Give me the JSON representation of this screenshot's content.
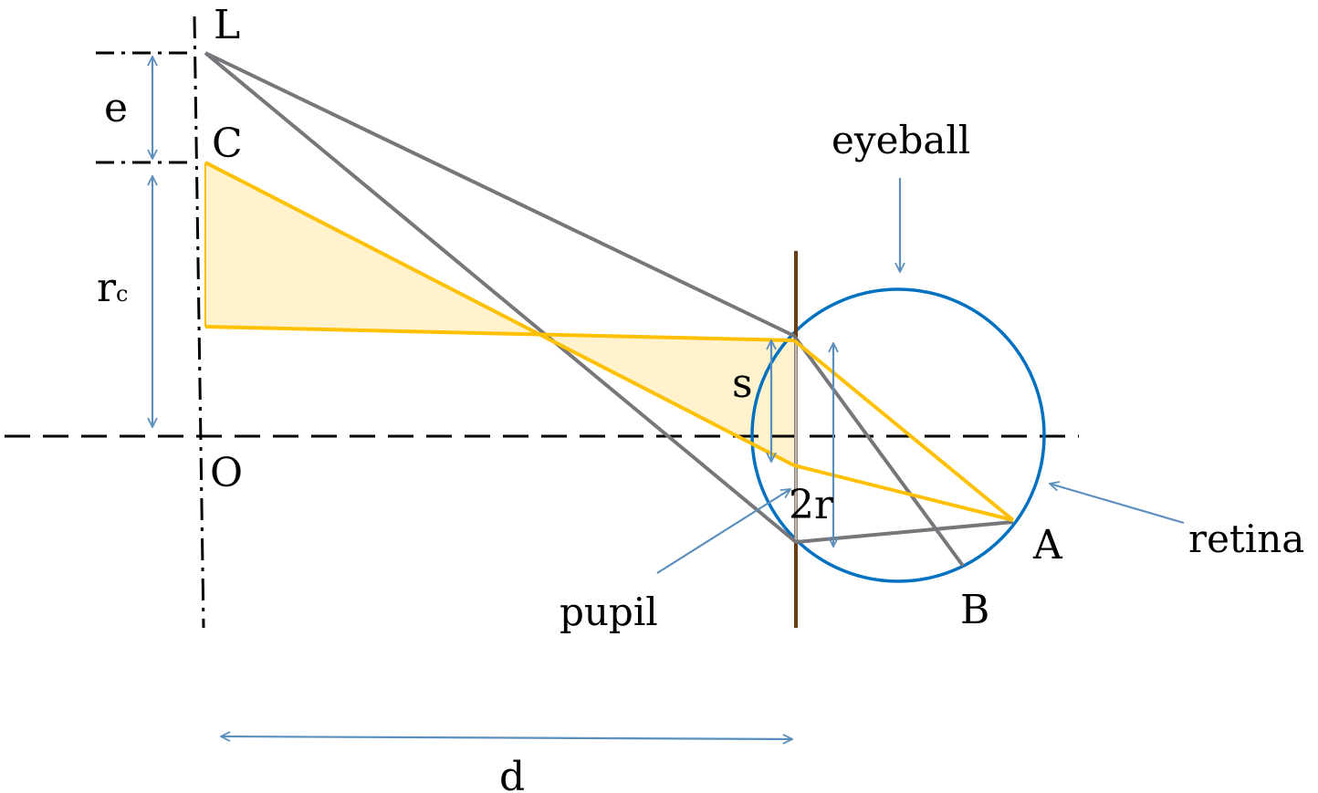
{
  "labels": {
    "L": "L",
    "C": "C",
    "O": "O",
    "A": "A",
    "B": "B",
    "e": "e",
    "r_main": "r",
    "r_sub": "c",
    "s": "s",
    "two_r": "2r",
    "d": "d",
    "eyeball": "eyeball",
    "retina": "retina",
    "pupil": "pupil"
  },
  "colors": {
    "ray_gray": "#77777b",
    "ray_yellow": "#ffc000",
    "fill_yellow": "#fff2cc",
    "eyeball_blue": "#0070c0",
    "dimension_blue": "#5b8fbd",
    "pupil_plane": "#6b3c0d",
    "axis_black": "#000000"
  }
}
